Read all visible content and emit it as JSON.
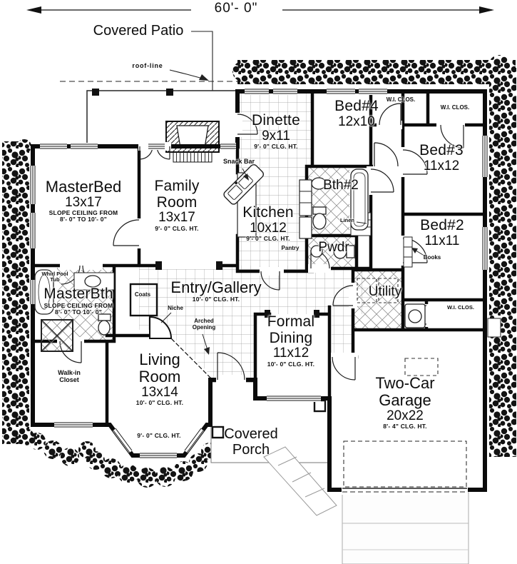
{
  "plan": {
    "width_dimension": "60'- 0\"",
    "covered_patio": "Covered Patio",
    "roof_line": "roof-line",
    "covered_porch": "Covered Porch"
  },
  "rooms": {
    "master_bed": {
      "name": "MasterBed",
      "size": "13x17",
      "note1": "SLOPE CEILING FROM",
      "note2": "8'- 0\" TO 10'- 0\""
    },
    "family_room": {
      "name": "Family Room",
      "size": "13x17",
      "clg": "9'- 0\" CLG. HT."
    },
    "dinette": {
      "name": "Dinette",
      "size": "9x11",
      "clg": "9'- 0\" CLG. HT."
    },
    "kitchen": {
      "name": "Kitchen",
      "size": "10x12",
      "clg": "9'- 0\" CLG. HT."
    },
    "bed4": {
      "name": "Bed#4",
      "size": "12x10"
    },
    "bed3": {
      "name": "Bed#3",
      "size": "11x12"
    },
    "bed2": {
      "name": "Bed#2",
      "size": "11x11"
    },
    "bth2": {
      "name": "Bth#2"
    },
    "pwdr": {
      "name": "Pwdr"
    },
    "master_bth": {
      "name": "MasterBth",
      "note1": "SLOPE CEILING FROM",
      "note2": "8'- 0\" TO 10'- 0\""
    },
    "entry_gallery": {
      "name": "Entry/Gallery",
      "clg": "10'- 0\" CLG. HT."
    },
    "formal_dining": {
      "name": "Formal Dining",
      "size": "11x12",
      "clg": "10'- 0\" CLG. HT."
    },
    "living_room": {
      "name": "Living Room",
      "size": "13x14",
      "clg": "10'- 0\" CLG. HT.",
      "bay_clg": "9'- 0\" CLG. HT."
    },
    "utility": {
      "name": "Utility"
    },
    "garage": {
      "name": "Two-Car Garage",
      "size": "20x22",
      "clg": "8'- 4\" CLG. HT."
    },
    "walk_in_closet": {
      "name": "Walk-in Closet"
    }
  },
  "small_labels": {
    "wi_clos_1": "W.I. CLOS.",
    "wi_clos_2": "W.I. CLOS.",
    "wi_clos_3": "W.I. CLOS.",
    "snack_bar": "Snack Bar",
    "pantry": "Pantry",
    "linen": "Linen",
    "books": "Books",
    "coats": "Coats",
    "niche": "Niche",
    "arched_opening": "Arched Opening",
    "whirlpool_tub": "Whirl Pool Tub"
  }
}
